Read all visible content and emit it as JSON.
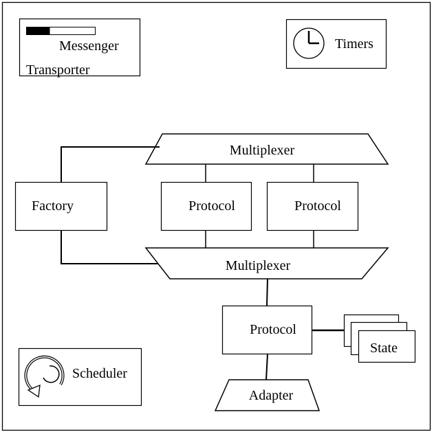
{
  "transporter": {
    "messenger_label": "Messenger",
    "transporter_label": "Transporter"
  },
  "timers": {
    "label": "Timers",
    "icon": "clock-icon"
  },
  "scheduler": {
    "label": "Scheduler",
    "icon": "cycle-arrow-icon"
  },
  "top_multiplexer": {
    "label": "Multiplexer"
  },
  "bottom_multiplexer": {
    "label": "Multiplexer"
  },
  "factory": {
    "label": "Factory"
  },
  "protocol_left": {
    "label": "Protocol"
  },
  "protocol_right": {
    "label": "Protocol"
  },
  "protocol_lower": {
    "label": "Protocol"
  },
  "state": {
    "label": "State"
  },
  "adapter": {
    "label": "Adapter"
  }
}
